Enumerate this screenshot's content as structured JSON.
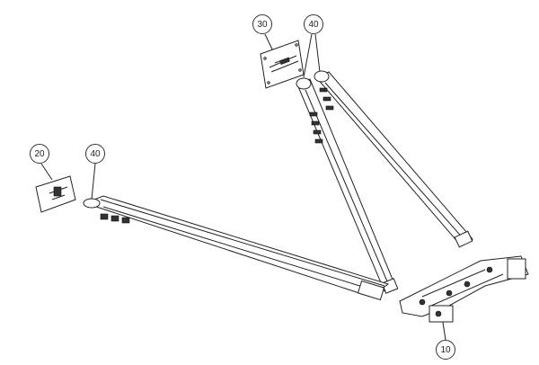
{
  "diagram": {
    "type": "exploded-parts-drawing",
    "callouts": [
      {
        "id": "c30",
        "label": "30",
        "part": "upper-mounting-plate"
      },
      {
        "id": "c40a",
        "label": "40",
        "part": "angled-arms"
      },
      {
        "id": "c20",
        "label": "20",
        "part": "side-mounting-plate"
      },
      {
        "id": "c40b",
        "label": "40",
        "part": "horizontal-arm"
      },
      {
        "id": "c10",
        "label": "10",
        "part": "base-bracket"
      }
    ]
  }
}
